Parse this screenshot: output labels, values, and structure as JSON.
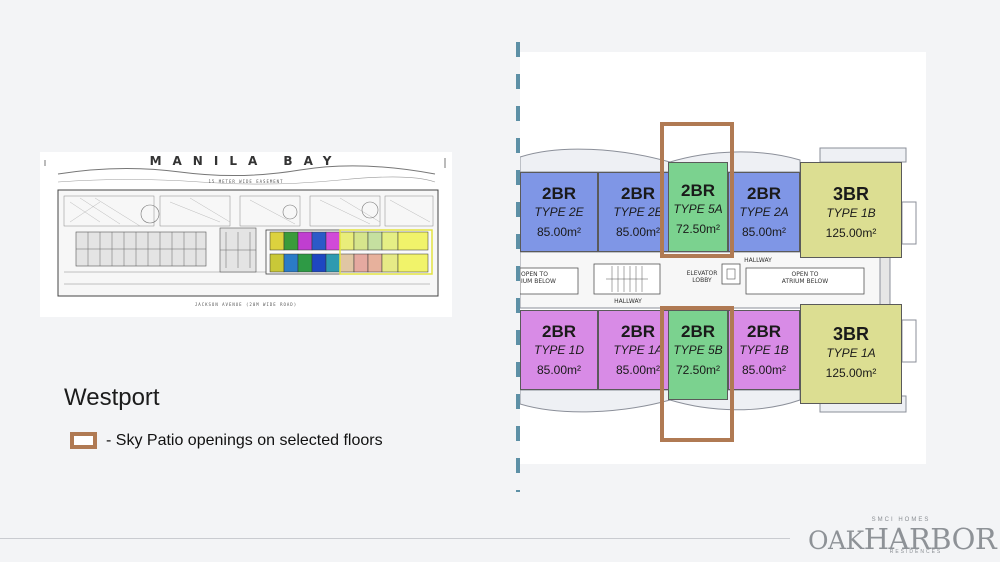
{
  "site_plan": {
    "bay_label": "MANILA BAY",
    "road_top_label": "15 METER WIDE EASEMENT",
    "road_bottom_label": "JACKSON AVENUE (20M WIDE ROAD)"
  },
  "legend": {
    "title": "Westport",
    "patio_note": "- Sky Patio openings on selected floors",
    "patio_color": "#b07a53"
  },
  "floor_plan": {
    "top_units": [
      {
        "br": "2BR",
        "type": "TYPE 2E",
        "area": "85.00m²",
        "color": "#7f96e6"
      },
      {
        "br": "2BR",
        "type": "TYPE 2B",
        "area": "85.00m²",
        "color": "#7f96e6"
      },
      {
        "br": "2BR",
        "type": "TYPE 5A",
        "area": "72.50m²",
        "color": "#7bd28f"
      },
      {
        "br": "2BR",
        "type": "TYPE 2A",
        "area": "85.00m²",
        "color": "#7f96e6"
      },
      {
        "br": "3BR",
        "type": "TYPE 1B",
        "area": "125.00m²",
        "color": "#dcde92"
      }
    ],
    "bottom_units": [
      {
        "br": "2BR",
        "type": "TYPE 1D",
        "area": "85.00m²",
        "color": "#d88be6"
      },
      {
        "br": "2BR",
        "type": "TYPE 1A",
        "area": "85.00m²",
        "color": "#d88be6"
      },
      {
        "br": "2BR",
        "type": "TYPE 5B",
        "area": "72.50m²",
        "color": "#7bd28f"
      },
      {
        "br": "2BR",
        "type": "TYPE 1B",
        "area": "85.00m²",
        "color": "#d88be6"
      },
      {
        "br": "3BR",
        "type": "TYPE 1A",
        "area": "125.00m²",
        "color": "#dcde92"
      }
    ],
    "labels": {
      "hallway_top": "HALLWAY",
      "hallway_bottom": "HALLWAY",
      "open_left_1": "OPEN TO",
      "open_left_2": "IUM BELOW",
      "elevator_1": "ELEVATOR",
      "elevator_2": "LOBBY",
      "open_right_1": "OPEN TO",
      "open_right_2": "ATRIUM BELOW"
    }
  },
  "brand": {
    "sub": "SMCI HOMES",
    "name_part1": "OAK",
    "name_part2": "HARBOR",
    "tag": "RESIDENCES"
  }
}
